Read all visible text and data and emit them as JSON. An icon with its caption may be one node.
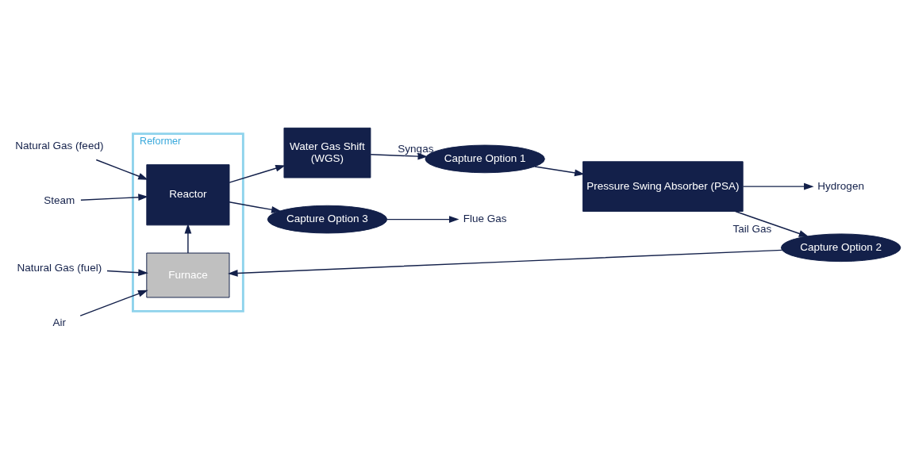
{
  "diagram": {
    "nodes": [
      {
        "text": [
          "Reformer"
        ]
      },
      {
        "text": [
          "Reactor"
        ],
        "in": 0
      },
      {
        "text": [
          "Furnace"
        ],
        "in": 0
      },
      {
        "text": [
          "Natural Gas (feed)"
        ]
      },
      {
        "text": [
          "Steam"
        ]
      },
      {
        "text": [
          "Water Gas Shift",
          "(WGS)"
        ]
      },
      {
        "text": [
          "Capture Option 3"
        ]
      },
      {
        "text": [
          "Flue Gas"
        ]
      },
      {
        "text": [
          "Capture Option 1"
        ]
      },
      {
        "text": [
          "Pressure Swing Absorber (PSA)"
        ]
      },
      {
        "text": [
          "Hydrogen"
        ]
      },
      {
        "text": [
          "Capture Option 2"
        ]
      },
      {
        "text": [
          "Natural Gas (fuel)"
        ]
      },
      {
        "text": [
          "Air"
        ]
      }
    ],
    "edges": [
      {
        "from": 3,
        "to": 1,
        "arrow": "to"
      },
      {
        "from": 4,
        "to": 1,
        "arrow": "to"
      },
      {
        "from": 1,
        "to": 6,
        "arrow": "to"
      },
      {
        "from": 6,
        "to": 7,
        "arrow": "to"
      },
      {
        "from": 1,
        "to": 5,
        "arrow": "to"
      },
      {
        "from": 5,
        "to": 8,
        "arrow": "to",
        "label": "Syngas"
      },
      {
        "from": 8,
        "to": 9,
        "arrow": "to"
      },
      {
        "from": 9,
        "to": 10,
        "arrow": "to"
      },
      {
        "from": 9,
        "to": 11,
        "arrow": "to",
        "label": "Tail Gas"
      },
      {
        "from": 11,
        "to": 2,
        "arrow": "to"
      },
      {
        "from": 2,
        "to": 1,
        "arrow": "to"
      },
      {
        "from": 12,
        "to": 2,
        "arrow": "to"
      },
      {
        "from": 13,
        "to": 2,
        "arrow": "to"
      }
    ]
  }
}
